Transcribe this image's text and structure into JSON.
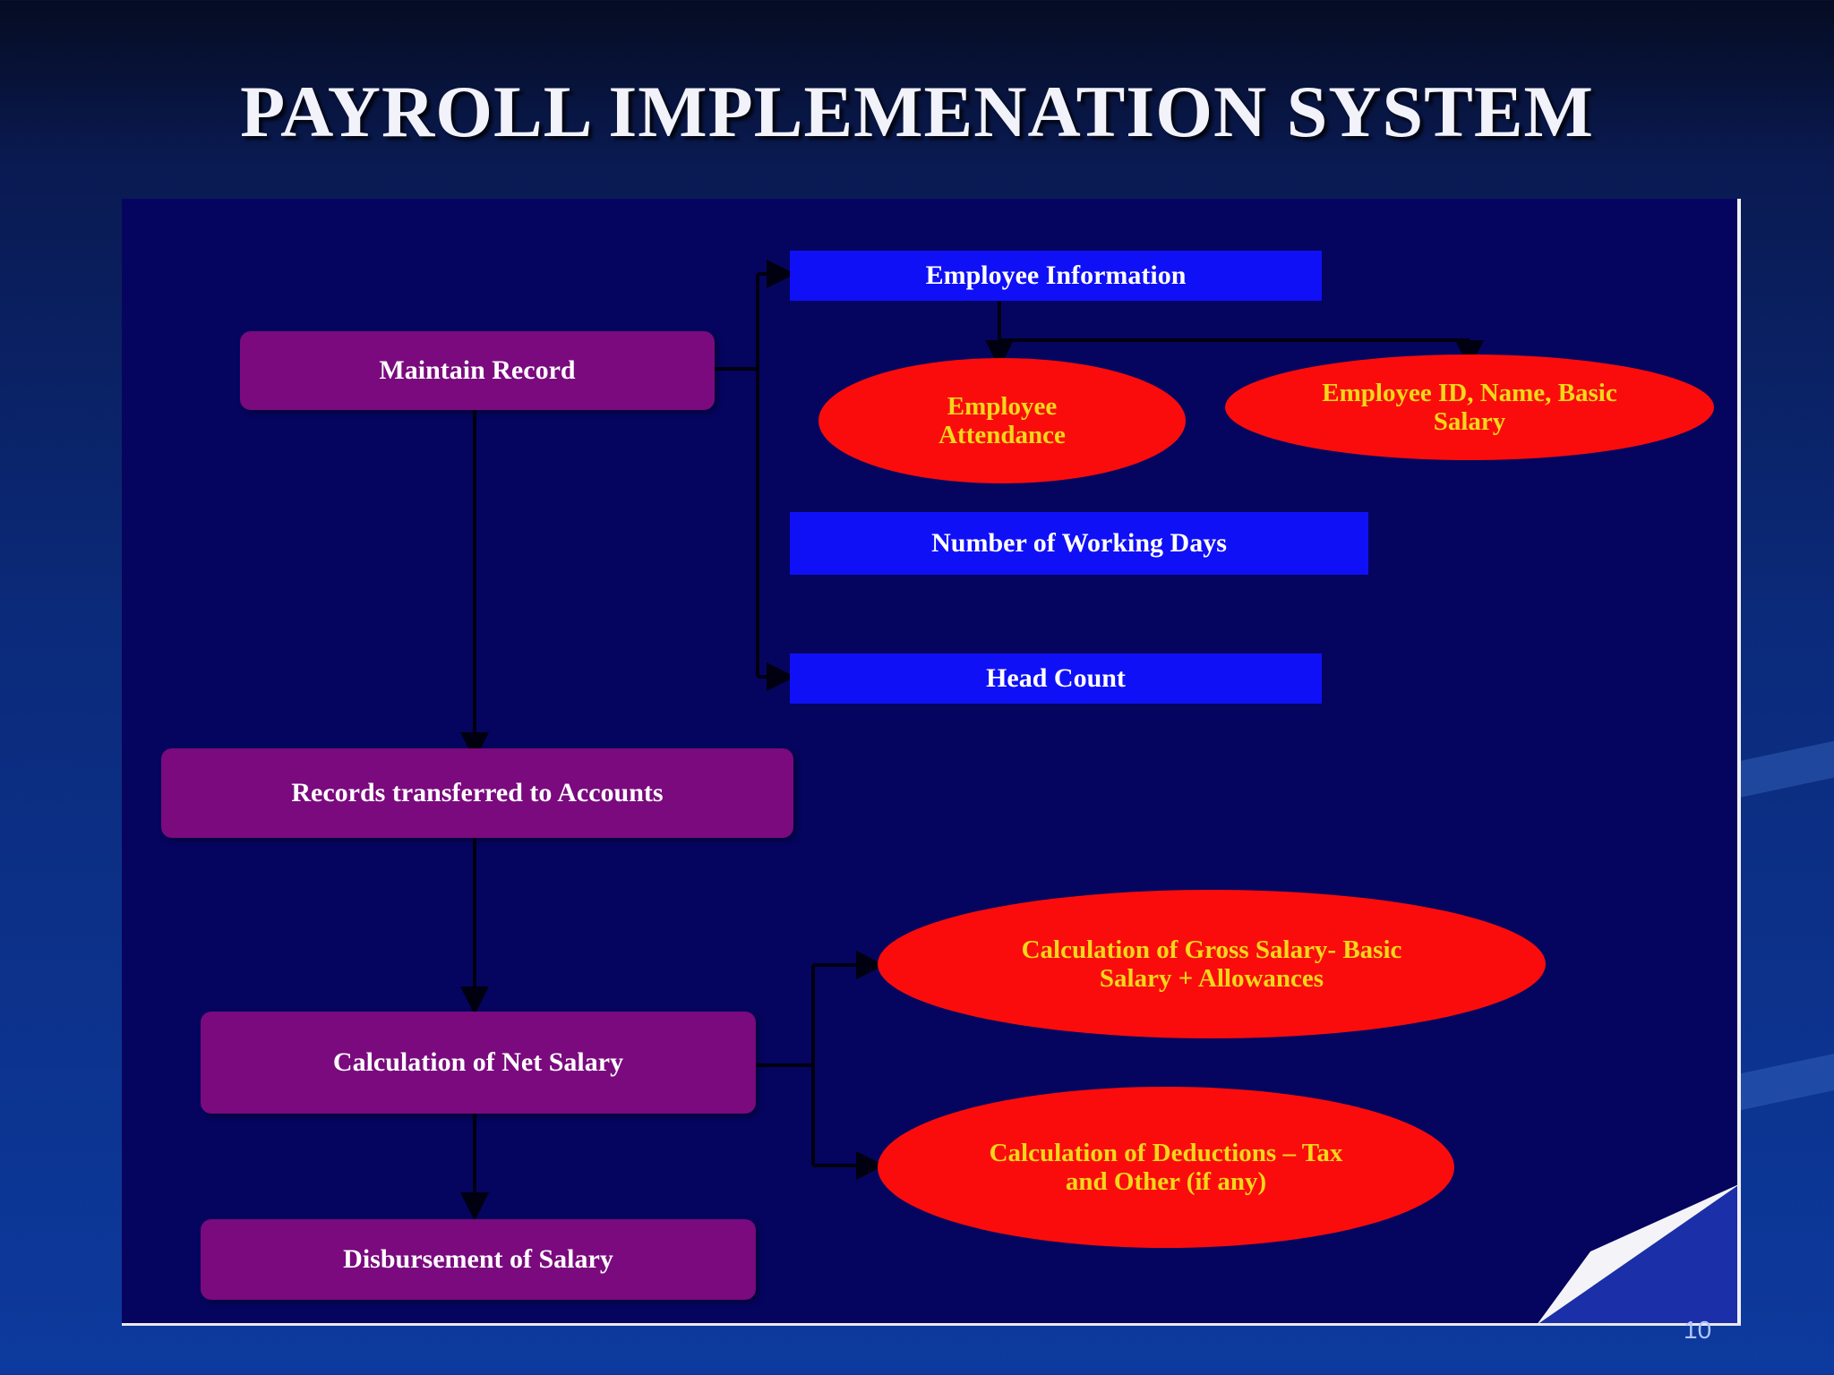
{
  "slide": {
    "title": "PAYROLL IMPLEMENATION SYSTEM",
    "page_number": "10"
  },
  "diagram": {
    "nodes": {
      "employee_information": "Employee Information",
      "maintain_record": "Maintain Record",
      "employee_attendance": "Employee Attendance",
      "employee_id": "Employee ID, Name, Basic Salary",
      "working_days": "Number of Working Days",
      "head_count": "Head Count",
      "records_transferred": "Records transferred to Accounts",
      "gross_salary": "Calculation of Gross Salary- Basic Salary + Allowances",
      "net_salary": "Calculation of Net Salary",
      "deductions": "Calculation of Deductions – Tax and Other (if any)",
      "disbursement": "Disbursement of Salary"
    }
  },
  "colors": {
    "panel_background": "#05055f",
    "blue_box": "#1010f6",
    "purple_box": "#7a0a7e",
    "red_ellipse": "#fb0c0c",
    "ellipse_text": "#f2d81a"
  }
}
